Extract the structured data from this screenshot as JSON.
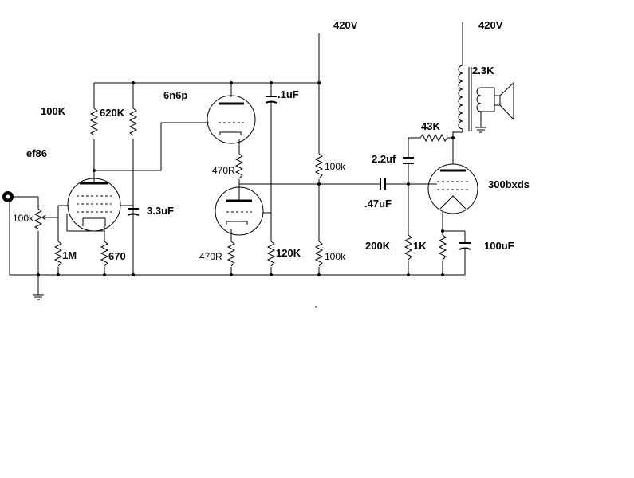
{
  "labels": {
    "v420_left": "420V",
    "v420_right": "420V",
    "ef86": "ef86",
    "r_100K": "100K",
    "r_620K": "620K",
    "tube_6n6p": "6n6p",
    "c_1uF": ".1uF",
    "r_470R_top": "470R",
    "r_100k_upper": "100k",
    "r_100k_pot": "100k",
    "c_3_3uF": "3.3uF",
    "r_1M": "1M",
    "r_670": "670",
    "r_470R_bot": "470R",
    "r_120K": "120K",
    "r_100k_lower": "100k",
    "c_2_2uf": "2.2uf",
    "c_47uF": ".47uF",
    "r_43K": "43K",
    "xfmr_2_3K": "2.3K",
    "tube_300bxds": "300bxds",
    "r_200K": "200K",
    "r_1K": "1K",
    "c_100uF": "100uF"
  },
  "colors": {
    "ink": "#000000",
    "background": "#ffffff"
  }
}
